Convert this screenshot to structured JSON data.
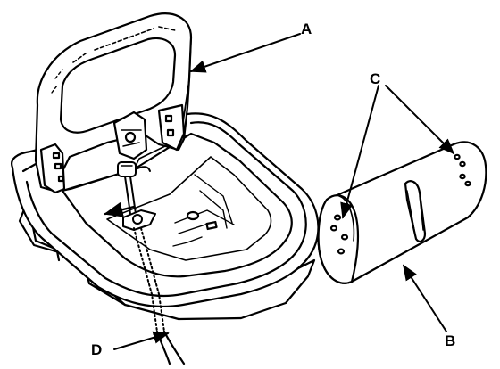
{
  "callouts": {
    "a": "A",
    "b": "B",
    "c": "C",
    "d": "D"
  },
  "colors": {
    "line": "#000000",
    "fill": "#ffffff"
  }
}
